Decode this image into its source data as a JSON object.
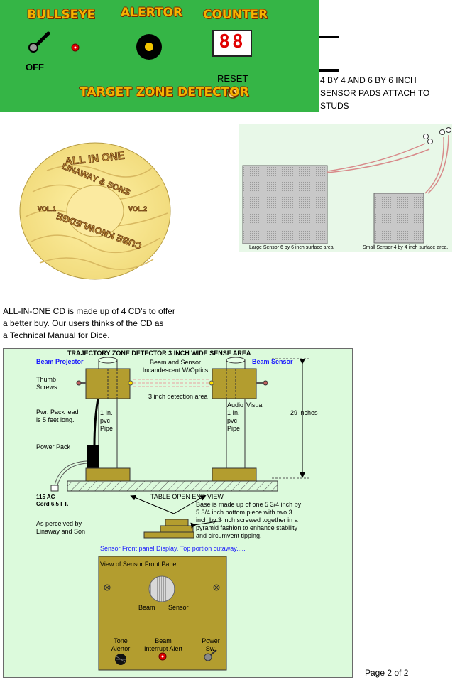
{
  "panel": {
    "bullseye": "BULLSEYE",
    "alertor": "ALERTOR",
    "counter": "COUNTER",
    "counter_value": "88",
    "off": "OFF",
    "reset": "RESET",
    "title": "TARGET ZONE DETECTOR"
  },
  "pads": {
    "caption": "4 BY 4 AND 6 BY 6 INCH SENSOR PADS ATTACH TO STUDS",
    "large_label": "Large Sensor 6 by 6 inch surface area",
    "small_label": "Small Sensor 4 by 4 inch surface area."
  },
  "cd": {
    "top": "ALL IN ONE",
    "middle": "LINAWAY & SONS",
    "left": "VOL.1",
    "right": "VOL.2",
    "bottom": "CUBE KNOWLEDGE"
  },
  "cd_text": {
    "line1": "ALL-IN-ONE CD is made up of 4 CD's to offer",
    "line2": "a better buy. Our users thinks of the CD as",
    "line3": "a Technical Manual for Dice."
  },
  "diagram": {
    "title": "TRAJECTORY ZONE DETECTOR 3 INCH WIDE SENSE AREA",
    "beam_projector": "Beam Projector",
    "beam_sensor": "Beam Sensor",
    "beam_and_sensor_1": "Beam and Sensor",
    "beam_and_sensor_2": "Incandescent W/Optics",
    "thumb_1": "Thumb",
    "thumb_2": "Screws",
    "detection": "3 inch detection area",
    "audio": "Audio",
    "visual": "Visual",
    "pipe_left": [
      "1 In.",
      "pvc",
      "Pipe"
    ],
    "pipe_right": [
      "1 In.",
      "pvc",
      "Pipe"
    ],
    "height": "29 inches",
    "pwr_1": "Pwr. Pack lead",
    "pwr_2": "is 5 feet long.",
    "power_pack": "Power Pack",
    "ac_1": "115 AC",
    "ac_2": "Cord 6.5 FT.",
    "table": "TABLE OPEN END VIEW",
    "perceived_1": "As perceived by",
    "perceived_2": "Linaway and Son",
    "base_lines": [
      "Base is made up of one 5 3/4 inch by",
      "5 3/4 inch bottom piece with two 3",
      "inch by 3 inch screwed together in a",
      "pyramid fashion to enhance stability",
      "and circumvent tipping."
    ],
    "front_display": "Sensor Front panel Display.  Top portion cutaway.....",
    "front_title": "View of Sensor Front Panel",
    "beam": "Beam",
    "sensor": "Sensor",
    "tone_1": "Tone",
    "tone_2": "Alertor",
    "interrupt_1": "Beam",
    "interrupt_2": "Interrupt Alert",
    "power_1": "Power",
    "power_2": "Sw."
  },
  "page_number": "Page 2 of 2",
  "colors": {
    "panel_green": "#35b546",
    "diagram_bg": "#dcfadc",
    "wood": "#b39d2f",
    "title_gold": "#f5b400"
  }
}
